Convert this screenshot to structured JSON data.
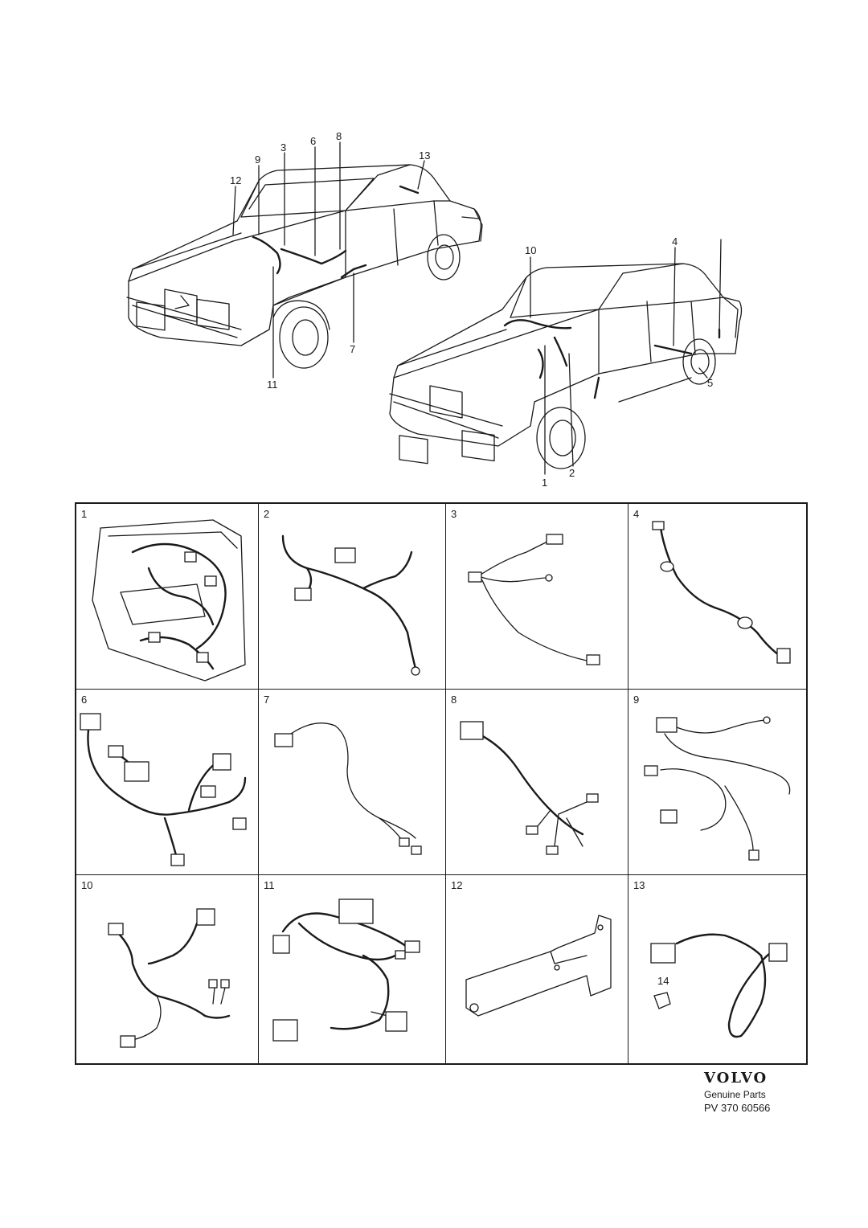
{
  "callouts": {
    "car1": [
      "12",
      "9",
      "3",
      "6",
      "8",
      "13",
      "7",
      "11"
    ],
    "car2": [
      "10",
      "4",
      "5",
      "1",
      "2"
    ]
  },
  "panels": [
    {
      "label": "1"
    },
    {
      "label": "2"
    },
    {
      "label": "3"
    },
    {
      "label": "4"
    },
    {
      "label": "6"
    },
    {
      "label": "7"
    },
    {
      "label": "8"
    },
    {
      "label": "9"
    },
    {
      "label": "10"
    },
    {
      "label": "11"
    },
    {
      "label": "12"
    },
    {
      "label": "13"
    }
  ],
  "panel13_sub_label": "14",
  "brand": {
    "logo": "VOLVO",
    "subtitle": "Genuine Parts",
    "code": "PV 370 60566"
  }
}
